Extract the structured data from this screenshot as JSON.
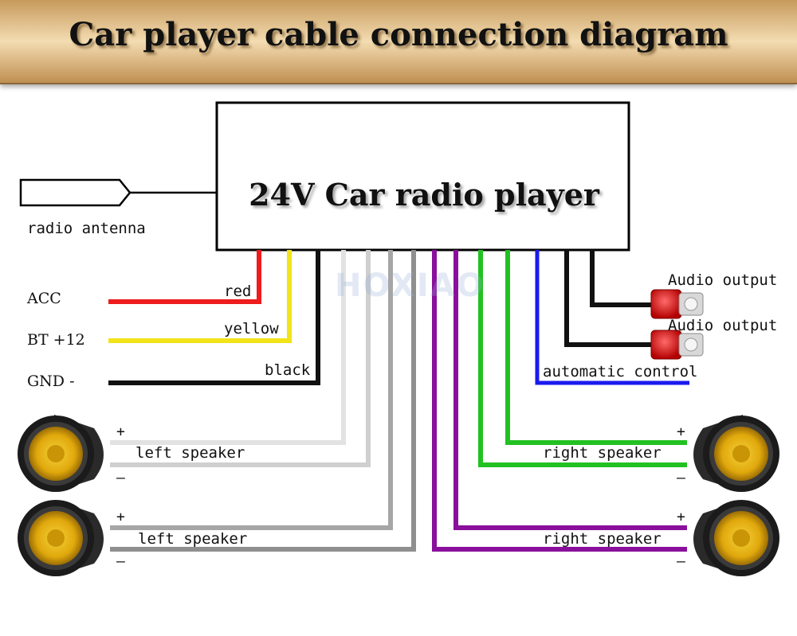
{
  "header": {
    "title": "Car player cable connection diagram"
  },
  "player": {
    "label": "24V Car radio player"
  },
  "watermark": "HOXIAO",
  "antenna": {
    "label": "radio antenna"
  },
  "power": {
    "acc": "ACC",
    "bt": "BT +12",
    "gnd": "GND -",
    "red": "red",
    "yellow": "yellow",
    "black": "black"
  },
  "audio": {
    "out1": "Audio output",
    "out2": "Audio output",
    "auto": "automatic control"
  },
  "speakers": {
    "left1": "left speaker",
    "left2": "left speaker",
    "right1": "right speaker",
    "right2": "right speaker",
    "plus": "+",
    "minus": "–"
  },
  "colors": {
    "red": "#ee1c1c",
    "yellow": "#f2e31a",
    "black": "#111111",
    "blue": "#1a1aee",
    "green": "#22c122",
    "purple": "#8a0f9c",
    "white_wire": "#dcdcdc",
    "gray_light": "#cfcfcf",
    "gray_mid": "#a6a6a6",
    "gray_dark": "#8f8f8f"
  }
}
